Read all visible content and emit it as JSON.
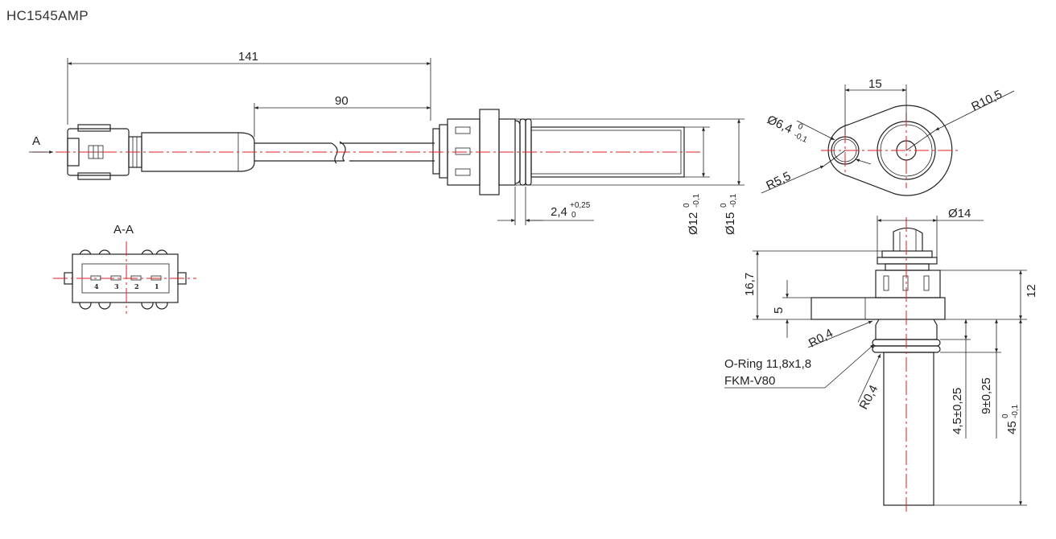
{
  "title": "HC1545AMP",
  "side_view": {
    "view_marker": "A",
    "dim_overall": "141",
    "dim_cable": "90",
    "dim_oring_gap": "2,4",
    "dim_oring_gap_upper": "+0,25",
    "dim_oring_gap_lower": "0",
    "dim_body_dia": "Ø12",
    "dim_body_dia_upper": "0",
    "dim_body_dia_lower": "-0,1",
    "dim_outer_dia": "Ø15",
    "dim_outer_dia_upper": "0",
    "dim_outer_dia_lower": "-0,1"
  },
  "section_view": {
    "label": "A-A",
    "pins": [
      "4",
      "3",
      "2",
      "1"
    ]
  },
  "top_view": {
    "dim_center_dist": "15",
    "dim_hole": "Ø6,4",
    "dim_hole_upper": "0",
    "dim_hole_lower": "-0,1",
    "dim_flange_radius": "R10,5",
    "dim_lobe_radius": "R5,5"
  },
  "front_view": {
    "dim_top_dia": "Ø14",
    "dim_height_upper": "16,7",
    "dim_flange_thickness": "5",
    "dim_right_height": "12",
    "dim_fillet_1": "R0,4",
    "dim_fillet_2": "R0,4",
    "oring_label": "O-Ring 11,8x1,8",
    "material_label": "FKM-V80",
    "dim_groove": "4,5±0,25",
    "dim_groove_pos": "9±0,25",
    "dim_length": "45",
    "dim_length_upper": "0",
    "dim_length_lower": "-0,1"
  }
}
